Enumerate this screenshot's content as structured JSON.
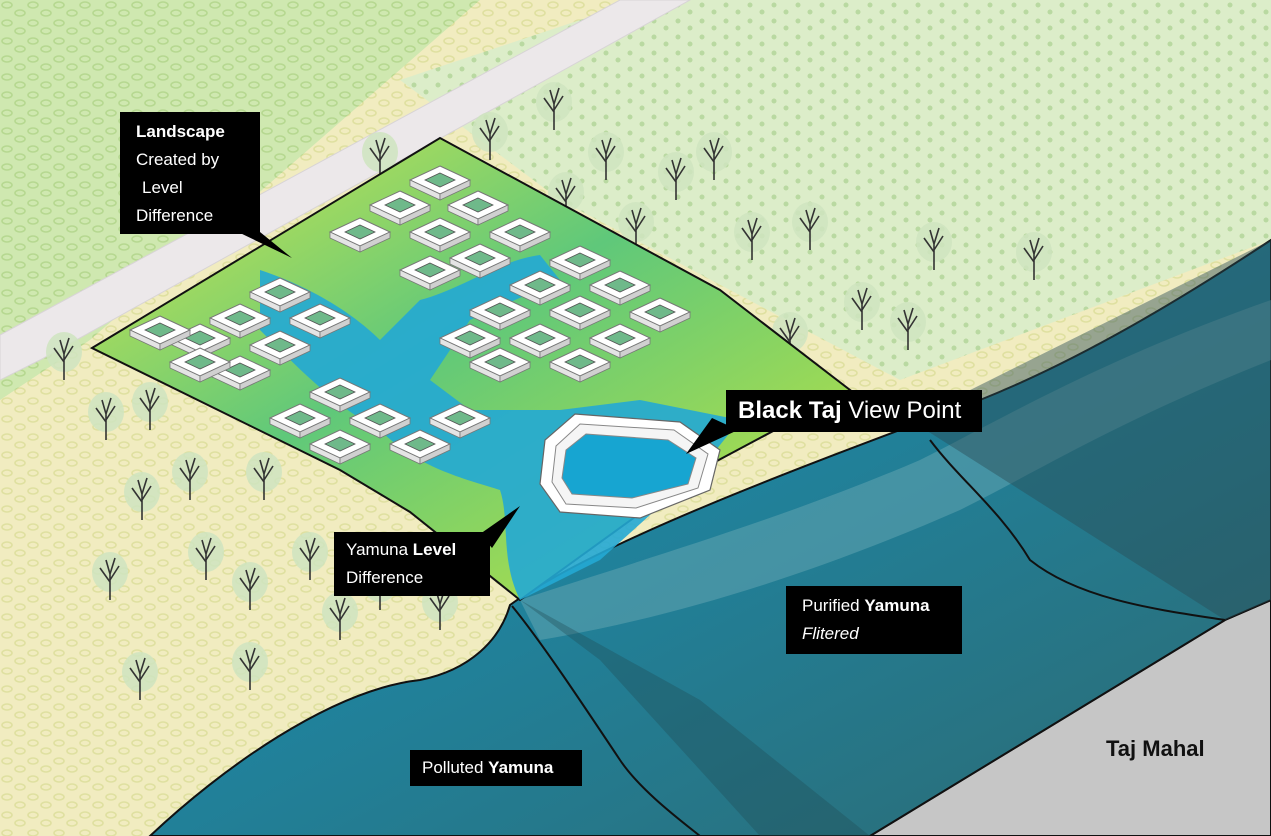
{
  "labels": {
    "landscape": {
      "bold": "Landscape",
      "line2": "Created by",
      "line3": "Level",
      "line4": "Difference"
    },
    "black_taj": {
      "bold": "Black Taj",
      "rest": " View Point"
    },
    "yamuna_level": {
      "pre": "Yamuna ",
      "bold": "Level",
      "line2": "Difference"
    },
    "purified": {
      "pre": "Purified ",
      "bold": "Yamuna",
      "italic": "Flitered"
    },
    "polluted": {
      "pre": "Polluted ",
      "bold": "Yamuna"
    },
    "taj_mahal": "Taj Mahal"
  },
  "colors": {
    "field_yellow": "#efeab8",
    "field_green": "#cfe8b0",
    "site_green": "#b8e04a",
    "water_light": "#1aa6d6",
    "water_dark": "#2b6e78",
    "ground_grey": "#c8c8c8",
    "callout_bg": "#000000"
  }
}
